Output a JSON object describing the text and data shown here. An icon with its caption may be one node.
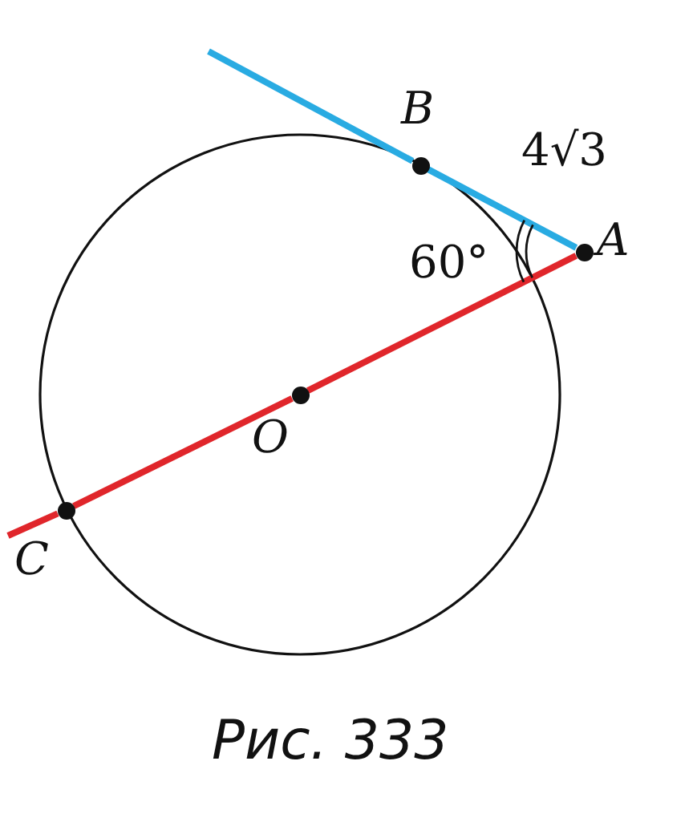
{
  "diagram": {
    "caption": "Рис. 333",
    "nodes": [
      {
        "text": [
          "B"
        ]
      },
      {
        "text": [
          "A"
        ]
      },
      {
        "text": [
          "O"
        ]
      },
      {
        "text": [
          "C"
        ]
      }
    ],
    "edges": [
      {
        "from": null,
        "to": 0,
        "arrow": "none",
        "color": "#29abe2"
      },
      {
        "from": 0,
        "to": 1,
        "arrow": "none",
        "color": "#29abe2",
        "label": "4√3"
      },
      {
        "from": null,
        "to": 3,
        "arrow": "none",
        "color": "#e0262b"
      },
      {
        "from": 3,
        "to": 2,
        "arrow": "none",
        "color": "#e0262b"
      },
      {
        "from": 2,
        "to": 1,
        "arrow": "none",
        "color": "#e0262b"
      }
    ],
    "labels": [
      "60°"
    ]
  }
}
